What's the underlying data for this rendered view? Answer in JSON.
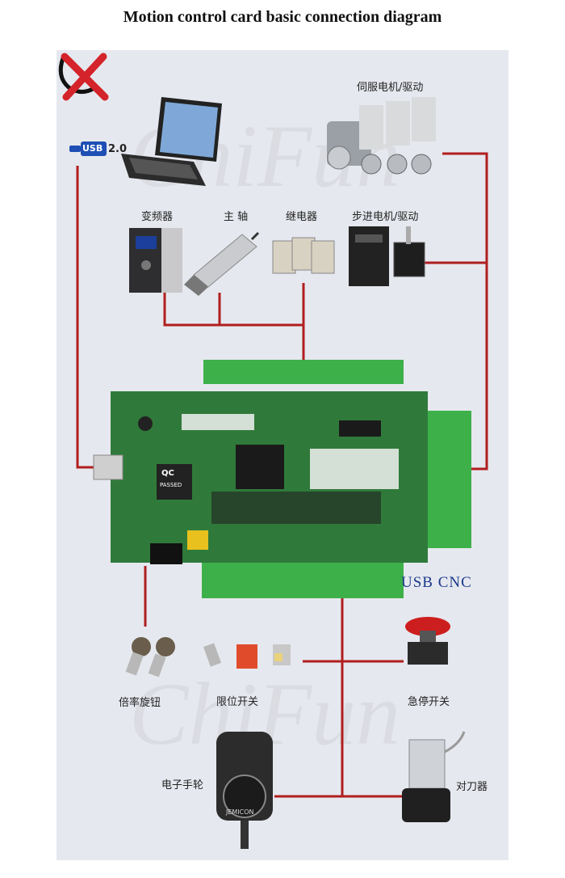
{
  "title": "Motion control card basic connection diagram",
  "watermark": "ChiFun",
  "colors": {
    "wire": "#b01e1e",
    "board": "#2f7a3a",
    "terminal": "#3db04a",
    "panel": "#e6e8ef"
  },
  "labels": {
    "usb": "USB",
    "usb_version": "2.0",
    "servo": "伺服电机/驱动",
    "inverter": "变频器",
    "spindle": "主 轴",
    "relay": "继电器",
    "stepper": "步进电机/驱动",
    "board": "USB  CNC",
    "potentiometer": "倍率旋钮",
    "limit_switch": "限位开关",
    "estop": "急停开关",
    "handwheel": "电子手轮",
    "tool_setter": "对刀器",
    "chip_badge": "QC",
    "chip_badge_sub": "PASSED",
    "handwheel_brand": "JEMICON"
  }
}
